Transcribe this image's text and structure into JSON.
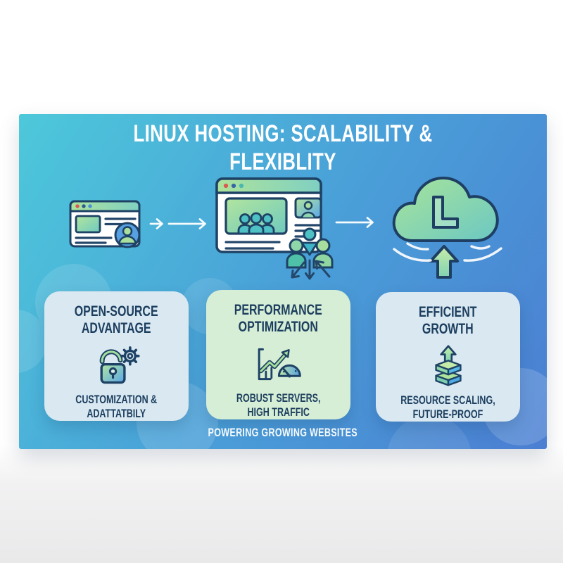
{
  "poster": {
    "title": "LINUX HOSTING: SCALABILITY & FLEXIBLITY",
    "tagline": "POWERING GROWING WEBSITES",
    "cloud_letter": "L"
  },
  "flow": {
    "step_icons": [
      "small-website-icon",
      "growing-website-audience-icon",
      "linux-cloud-scaling-icon"
    ],
    "connector_icons": [
      "short-right-arrow-icon",
      "long-right-arrow-icon",
      "long-right-arrow-icon"
    ]
  },
  "cards": [
    {
      "title": "OPEN-SOURCE\nADVANTAGE",
      "subtitle": "CUSTOMIZATION &\nADATTATBILY",
      "icon": "open-padlock-gear-icon",
      "bg": "#d9e8f1"
    },
    {
      "title": "PERFORMANCE\nOPTIMIZATION",
      "subtitle": "ROBUST SERVERS,\nHIGH TRAFFIC",
      "icon": "growth-chart-speedometer-icon",
      "bg": "#d7eed6"
    },
    {
      "title": "EFFICIENT\nGROWTH",
      "subtitle": "RESOURCE SCALING,\nFUTURE-PROOF",
      "icon": "scaling-stack-up-arrow-icon",
      "bg": "#d9e8f1"
    }
  ],
  "colors": {
    "panel_gradient_start": "#4dc8da",
    "panel_gradient_mid": "#4a9fd8",
    "panel_gradient_end": "#4b7ed2",
    "card_blue_bg": "#d9e8f1",
    "card_green_bg": "#d7eed6",
    "title_text": "#ffffff",
    "card_text": "#1c3e5e",
    "icon_outline": "#1e4265",
    "accent_green": "#a8e09c",
    "accent_teal": "#5fc6c0",
    "accent_blue": "#57a0e2",
    "page_background": "#ffffff"
  }
}
